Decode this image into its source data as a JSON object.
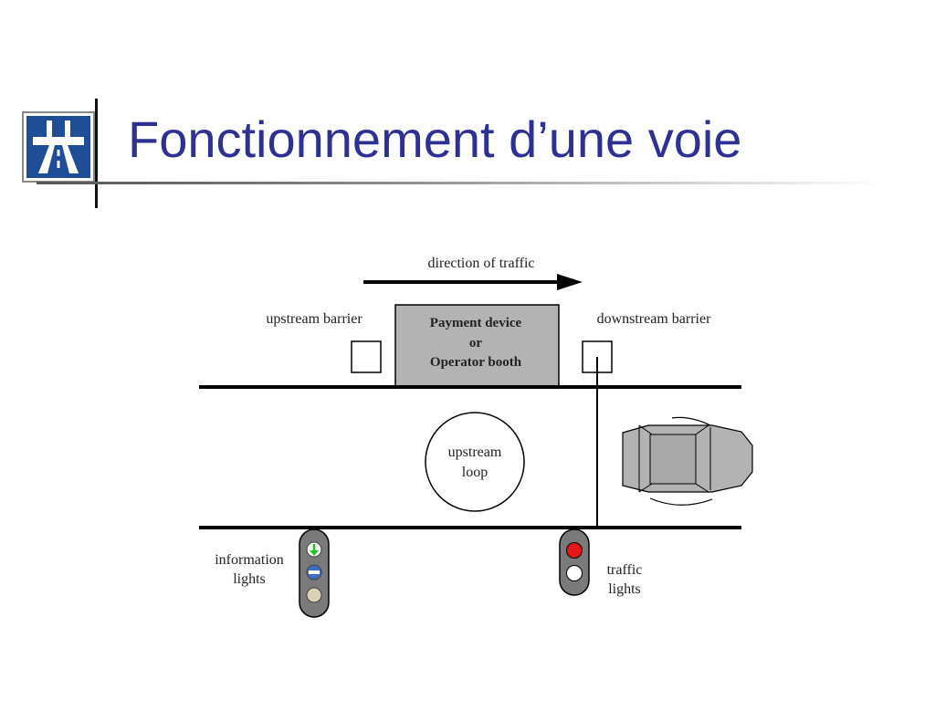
{
  "slide": {
    "title": "Fonctionnement d’une voie"
  },
  "logo": {
    "icon": "motorway-sign-icon",
    "color": "#1f4e96"
  },
  "diagram": {
    "direction_label": "direction of traffic",
    "upstream_barrier": "upstream barrier",
    "downstream_barrier": "downstream barrier",
    "booth": {
      "line1": "Payment device",
      "line2": "or",
      "line3": "Operator booth"
    },
    "loop": {
      "line1": "upstream",
      "line2": "loop"
    },
    "info_lights": {
      "line1": "information",
      "line2": "lights"
    },
    "traffic_lights": {
      "line1": "traffic",
      "line2": "lights"
    },
    "colors": {
      "booth_fill": "#b3b3b3",
      "red_light": "#e31818",
      "info_arrow": "#20c020",
      "title": "#2e3192"
    }
  }
}
